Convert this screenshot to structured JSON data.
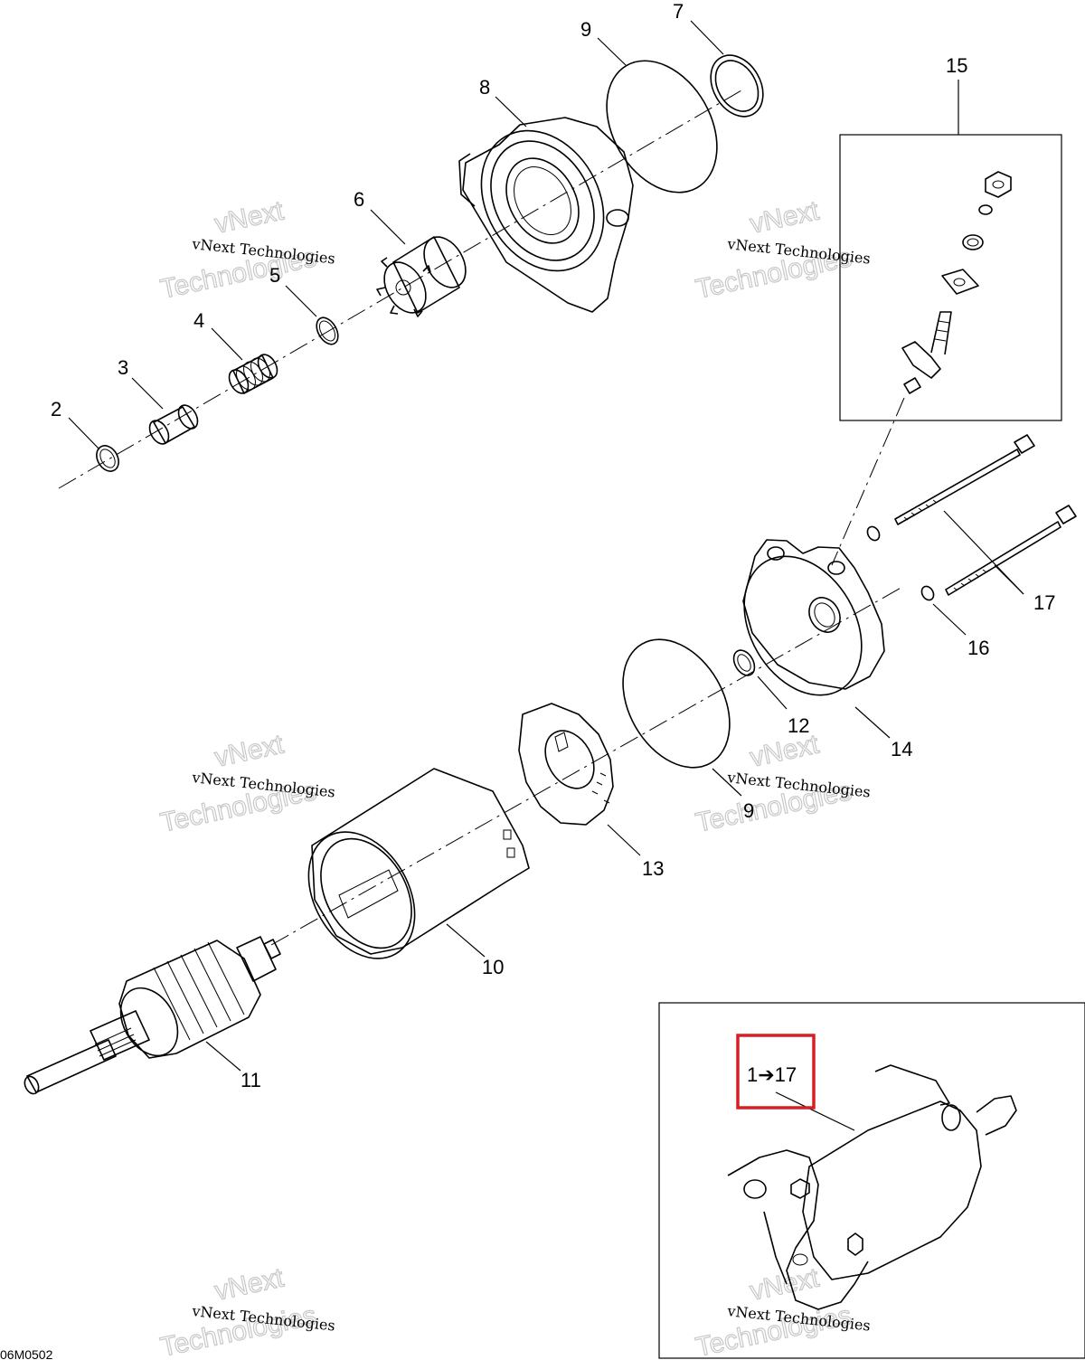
{
  "callouts": {
    "c1": "2",
    "c2": "3",
    "c3": "4",
    "c4": "5",
    "c5": "6",
    "c6": "8",
    "c7": "9",
    "c8": "7",
    "c9": "15",
    "c10": "17",
    "c11": "16",
    "c12": "12",
    "c13": "14",
    "c14": "9",
    "c15": "13",
    "c16": "10",
    "c17": "11"
  },
  "inset": {
    "range_label": "1➔17",
    "highlight_color": "#d81e25"
  },
  "watermark": {
    "brand": "vNext Technologies",
    "big_line1": "vNext",
    "big_line2": "Technologies"
  },
  "figure_code": "06M0502"
}
